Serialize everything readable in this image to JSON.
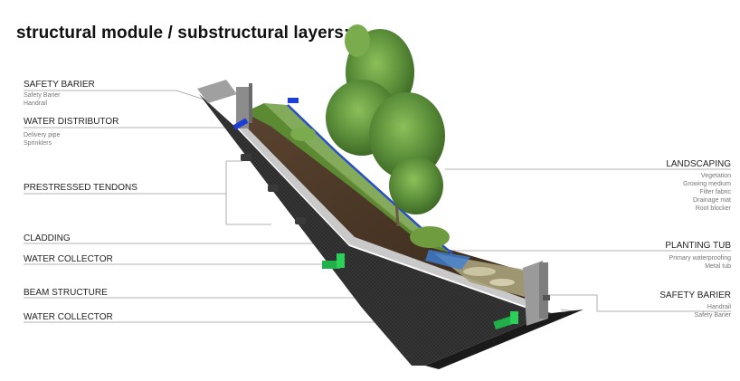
{
  "title": "structural module / substructural layers:",
  "left_labels": {
    "safety_barier": {
      "heading": "SAFETY BARIER",
      "items": [
        "Safety Barier",
        "Handrail"
      ]
    },
    "water_distributor": {
      "heading": "WATER DISTRIBUTOR",
      "items": [
        "Delivery pipe",
        "Sprinklers"
      ]
    },
    "prestressed_tendons": {
      "heading": "PRESTRESSED TENDONS"
    },
    "cladding": {
      "heading": "CLADDING"
    },
    "water_collector_1": {
      "heading": "WATER COLLECTOR"
    },
    "beam_structure": {
      "heading": "BEAM STRUCTURE"
    },
    "water_collector_2": {
      "heading": "WATER COLLECTOR"
    }
  },
  "right_labels": {
    "landscaping": {
      "heading": "LANDSCAPING",
      "items": [
        "Vegetation",
        "Growing medium",
        "Filter fabric",
        "Drainage mat",
        "Root blocker"
      ]
    },
    "planting_tub": {
      "heading": "PLANTING TUB",
      "items": [
        "Primary waterproofing",
        "Metal tub"
      ]
    },
    "safety_barier": {
      "heading": "SAFETY BARIER",
      "items": [
        "Handrail",
        "Safety Barier"
      ]
    }
  },
  "colors": {
    "beam": "#2e2e2e",
    "soil": "#4a3626",
    "grass": "#4f7a2e",
    "tree": "#5c8f3a",
    "pipe": "#1e3fd6",
    "collector": "#22b04a",
    "barrier": "#8a8a8a",
    "leader": "#9a9a9a"
  }
}
